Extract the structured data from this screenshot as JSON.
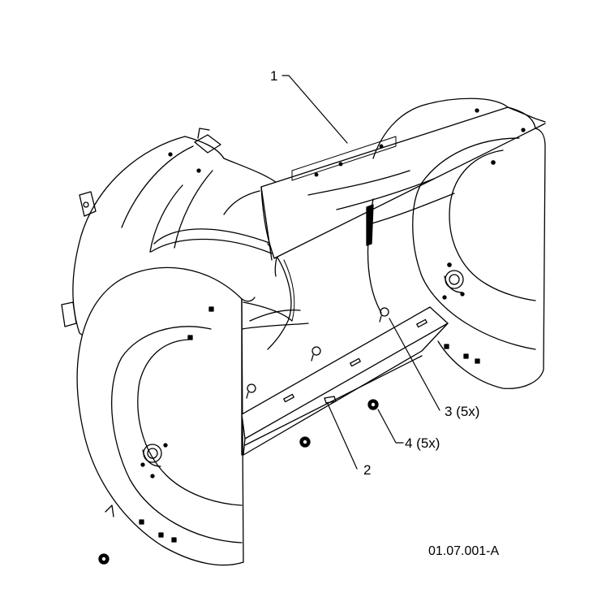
{
  "callouts": [
    {
      "id": "1",
      "label": "1"
    },
    {
      "id": "2",
      "label": "2"
    },
    {
      "id": "3",
      "label": "3 (5x)"
    },
    {
      "id": "4",
      "label": "4 (5x)"
    }
  ],
  "figure_reference": "01.07.001-A",
  "colors": {
    "line": "#000000",
    "background": "#ffffff"
  }
}
